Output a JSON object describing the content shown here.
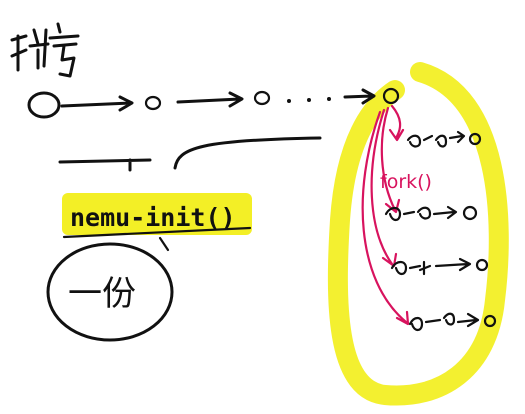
{
  "title_text": "进程",
  "highlight_label": "nemu-init()",
  "circled_note": "一份",
  "fork_label": "fork()",
  "colors": {
    "ink": "#111111",
    "highlight": "#f2ee1a",
    "fork_arrows": "#d8135e"
  }
}
